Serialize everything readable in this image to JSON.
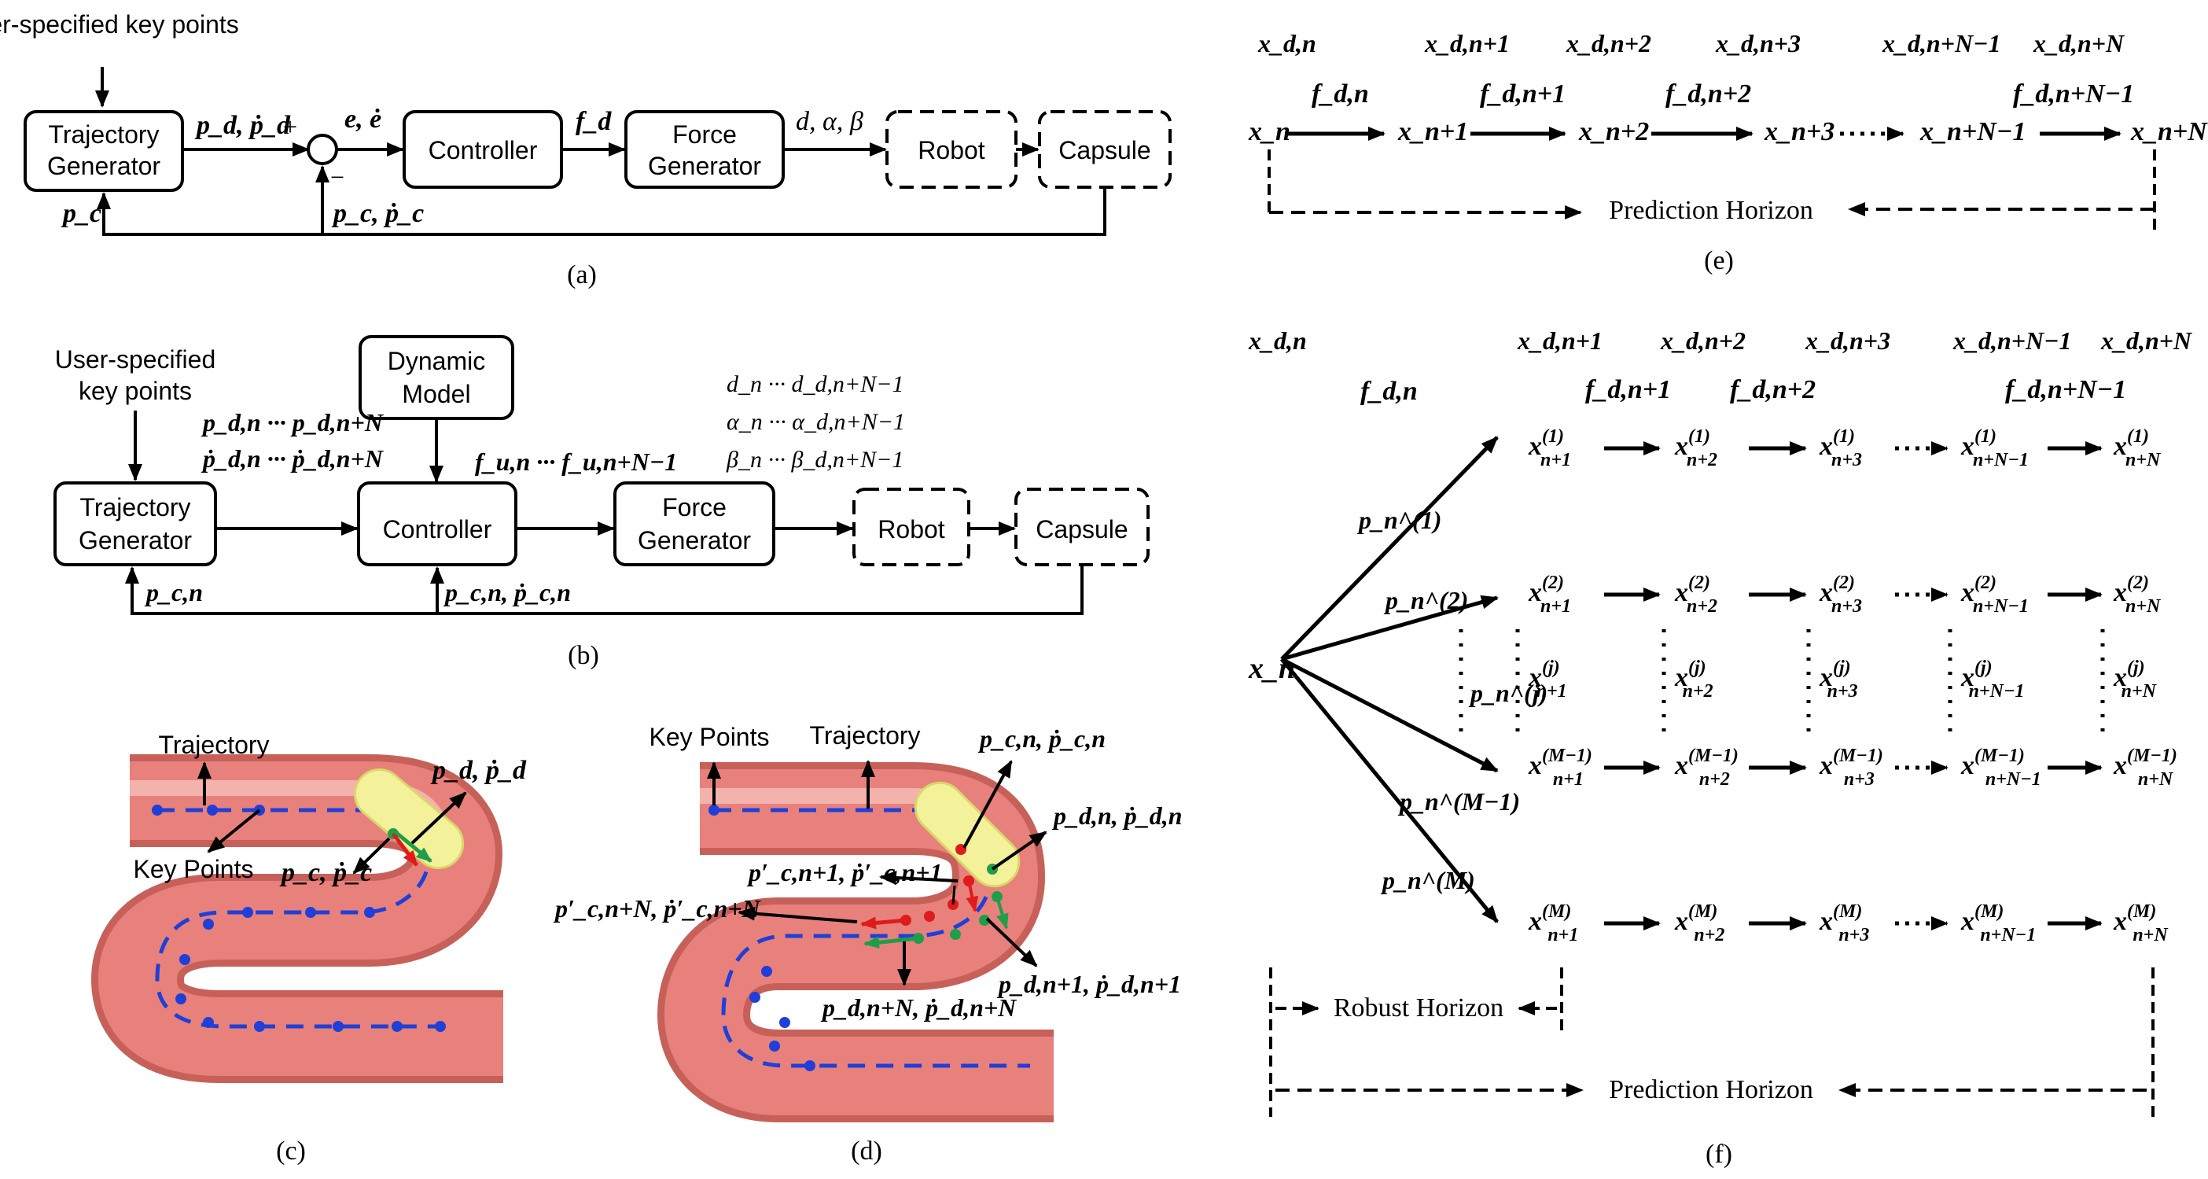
{
  "panels": {
    "a": {
      "caption": "(a)",
      "user_points": "User-specified key points",
      "trajectory_generator": [
        "Trajectory",
        "Generator"
      ],
      "controller": "Controller",
      "force_generator": [
        "Force",
        "Generator"
      ],
      "robot": "Robot",
      "capsule": "Capsule",
      "pd_label": "p_d, ṗ_d",
      "e_label": "e, ė",
      "fd_label": "f_d",
      "dab_label": "d, α, β",
      "pc_label": "p_c",
      "pcdot_label": "p_c, ṗ_c",
      "plus": "+",
      "minus": "−"
    },
    "b": {
      "caption": "(b)",
      "user_points": [
        "User-specified",
        "key points"
      ],
      "dynamic_model": [
        "Dynamic",
        "Model"
      ],
      "trajectory_generator": [
        "Trajectory",
        "Generator"
      ],
      "controller": "Controller",
      "force_generator": [
        "Force",
        "Generator"
      ],
      "robot": "Robot",
      "capsule": "Capsule",
      "pd_range": "p_d,n ··· p_d,n+N",
      "pddot_range": "ṗ_d,n ··· ṗ_d,n+N",
      "fu_range": "f_u,n ··· f_u,n+N−1",
      "d_range": "d_n ··· d_d,n+N−1",
      "alpha_range": "α_n ··· α_d,n+N−1",
      "beta_range": "β_n ··· β_d,n+N−1",
      "pcn_label": "p_c,n",
      "pcn_dot_label": "p_c,n, ṗ_c,n"
    },
    "c": {
      "caption": "(c)",
      "trajectory": "Trajectory",
      "key_points": "Key Points",
      "pd_label": "p_d, ṗ_d",
      "pc_label": "p_c, ṗ_c"
    },
    "d": {
      "caption": "(d)",
      "key_points": "Key Points",
      "trajectory": "Trajectory",
      "pcn_label": "p_c,n, ṗ_c,n",
      "pdn_label": "p_d,n, ṗ_d,n",
      "pcn1_label": "p′_c,n+1, ṗ′_c,n+1",
      "pcnN_label": "p′_c,n+N, ṗ′_c,n+N",
      "pdn1_label": "p_d,n+1, ṗ_d,n+1",
      "pdnN_label": "p_d,n+N, ṗ_d,n+N"
    },
    "e": {
      "caption": "(e)",
      "xd": [
        "x_d,n",
        "x_d,n+1",
        "x_d,n+2",
        "x_d,n+3",
        "x_d,n+N−1",
        "x_d,n+N"
      ],
      "f": [
        "f_d,n",
        "f_d,n+1",
        "f_d,n+2",
        "f_d,n+N−1"
      ],
      "x": [
        "x_n",
        "x_n+1",
        "x_n+2",
        "x_n+3",
        "x_n+N−1",
        "x_n+N"
      ],
      "horizon": "Prediction Horizon"
    },
    "f": {
      "caption": "(f)",
      "xd": [
        "x_d,n",
        "x_d,n+1",
        "x_d,n+2",
        "x_d,n+3",
        "x_d,n+N−1",
        "x_d,n+N"
      ],
      "f": [
        "f_d,n",
        "f_d,n+1",
        "f_d,n+2",
        "f_d,n+N−1"
      ],
      "origin": "x_n",
      "branch_labels": [
        "p_n^(1)",
        "p_n^(2)",
        "p_n^(j)",
        "p_n^(M−1)",
        "p_n^(M)"
      ],
      "row_superscripts": [
        "(1)",
        "(2)",
        "(j)",
        "(M−1)",
        "(M)"
      ],
      "row_subscripts": [
        "n+1",
        "n+2",
        "n+3",
        "n+N−1",
        "n+N"
      ],
      "robust_horizon": "Robust Horizon",
      "prediction_horizon": "Prediction Horizon"
    }
  },
  "colors": {
    "tube": "#e8817c",
    "tube_light": "#f4b2ad",
    "capsule": "#f3f29a",
    "trajectory": "#1f3fd8",
    "predicted": "#e01b1b",
    "velocity": "#1f9e4a"
  }
}
